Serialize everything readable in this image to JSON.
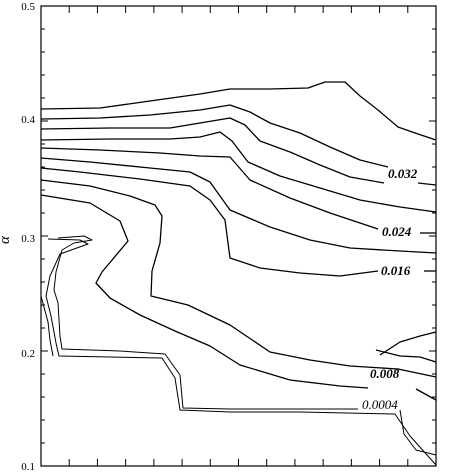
{
  "chart_data": {
    "type": "contour",
    "ylabel": "α",
    "xlabel": "",
    "ylim": [
      0.1,
      0.5
    ],
    "yticks": [
      "0.1",
      "0.2",
      "0.3",
      "0.4",
      "0.5"
    ],
    "xtick_count": 14,
    "grid": false,
    "contour_labels": [
      "0.032",
      "0.024",
      "0.016",
      "0.008",
      "0.0004"
    ]
  }
}
